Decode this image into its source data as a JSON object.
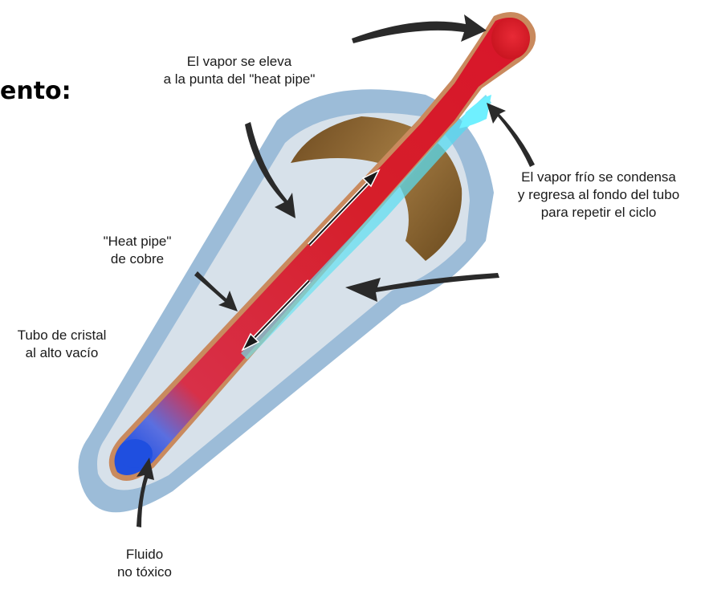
{
  "heading": "ento:",
  "labels": {
    "vapor_rises": [
      "El vapor se eleva",
      "a la punta del \"heat pipe\""
    ],
    "vapor_condenses": [
      "El vapor frío se condensa",
      "y regresa al fondo del tubo",
      "para repetir el ciclo"
    ],
    "heat_pipe": [
      "\"Heat pipe\"",
      "de cobre"
    ],
    "glass_tube": [
      "Tubo de cristal",
      "al alto vacío"
    ],
    "fluid": [
      "Fluido",
      "no tóxico"
    ]
  },
  "colors": {
    "glass_outer": "#9cbcd8",
    "glass_inner": "#d7e1ea",
    "absorber": "#7a5a2c",
    "pipe_hot": "#d81e2a",
    "pipe_cold": "#1f4fe0",
    "condensate": "#5fe0f0",
    "copper": "#c98a5e",
    "arrow": "#2a2a2a"
  }
}
